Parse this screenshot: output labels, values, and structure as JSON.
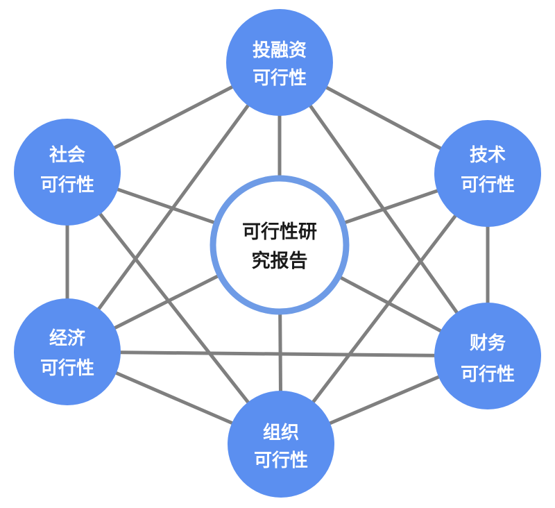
{
  "center": {
    "line1": "可行性研",
    "line2": "究报告"
  },
  "nodes": {
    "investment": {
      "line1": "投融资",
      "line2": "可行性"
    },
    "technology": {
      "line1": "技术",
      "line2": "可行性"
    },
    "finance": {
      "line1": "财务",
      "line2": "可行性"
    },
    "organization": {
      "line1": "组织",
      "line2": "可行性"
    },
    "economy": {
      "line1": "经济",
      "line2": "可行性"
    },
    "society": {
      "line1": "社会",
      "line2": "可行性"
    }
  },
  "colors": {
    "node_fill": "#5b8ff0",
    "center_ring": "#6e9be6",
    "edge": "#7f7f7f"
  }
}
